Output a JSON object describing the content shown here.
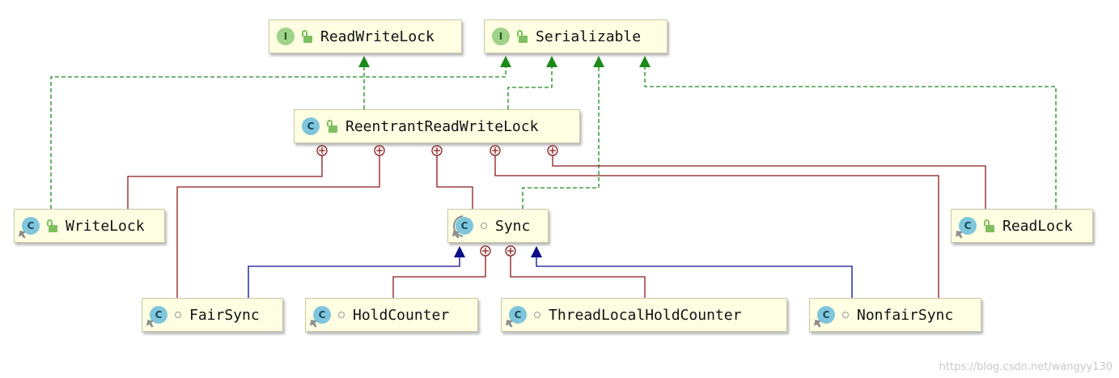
{
  "nodes": {
    "readwritelock": {
      "label": "ReadWriteLock",
      "icon": "interface-icon",
      "icon_letter": "I"
    },
    "serializable": {
      "label": "Serializable",
      "icon": "interface-icon",
      "icon_letter": "I"
    },
    "reentrantreadwritelock": {
      "label": "ReentrantReadWriteLock",
      "icon": "class-icon",
      "icon_letter": "C"
    },
    "writelock": {
      "label": "WriteLock",
      "icon": "static-class-icon",
      "icon_letter": "C"
    },
    "sync": {
      "label": "Sync",
      "icon": "abstract-static-class-icon",
      "icon_letter": "C"
    },
    "readlock": {
      "label": "ReadLock",
      "icon": "static-class-icon",
      "icon_letter": "C"
    },
    "fairsync": {
      "label": "FairSync",
      "icon": "static-class-icon",
      "icon_letter": "C"
    },
    "holdcounter": {
      "label": "HoldCounter",
      "icon": "static-class-icon",
      "icon_letter": "C"
    },
    "threadlocalholdcounter": {
      "label": "ThreadLocalHoldCounter",
      "icon": "static-class-icon",
      "icon_letter": "C"
    },
    "nonfairsync": {
      "label": "NonfairSync",
      "icon": "static-class-icon",
      "icon_letter": "C"
    }
  },
  "colors": {
    "implements": "#1a8a1a",
    "inner_class": "#8b1a1a",
    "extends": "#0d0d8a",
    "node_fill": "#fefee2"
  },
  "watermark": "https://blog.csdn.net/wangyy130"
}
